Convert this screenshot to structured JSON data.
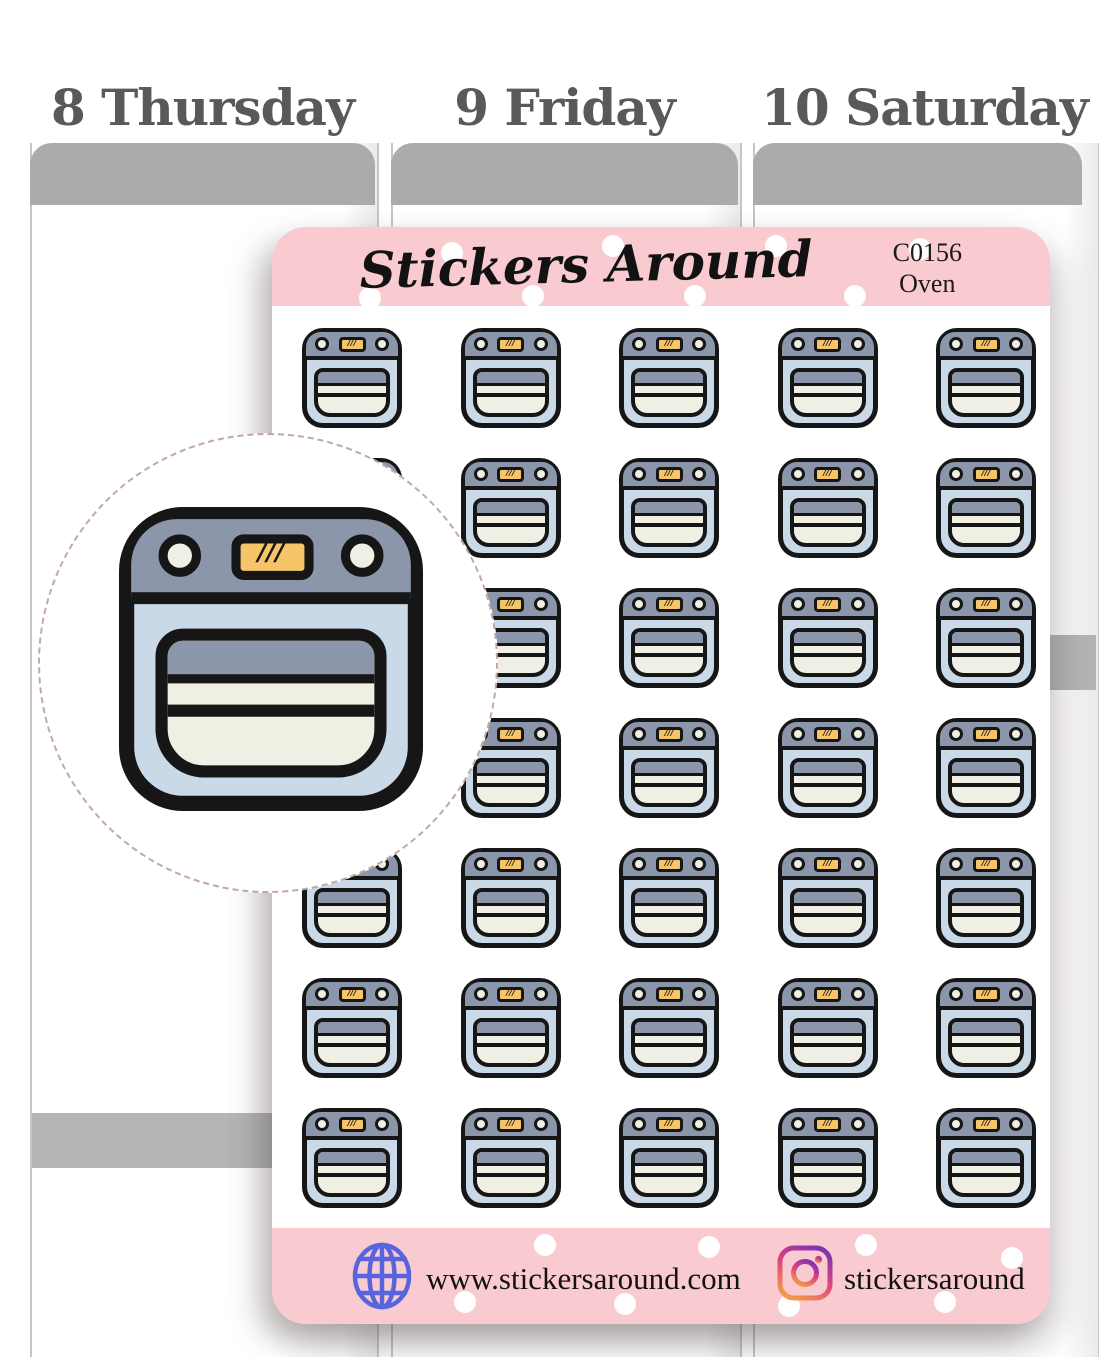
{
  "planner": {
    "days": [
      {
        "label": "8 Thursday"
      },
      {
        "label": "9 Friday"
      },
      {
        "label": "10 Saturday"
      }
    ],
    "title_color": "#595959",
    "header_color": "#ababab",
    "divider_color": "#b5b5b5"
  },
  "sheet": {
    "brand": "Stickers Around",
    "sku": "C0156",
    "product_name": "Oven",
    "banner_color": "#f9cbd0",
    "grid": {
      "rows": 7,
      "cols": 5,
      "total_stickers": 35
    },
    "sticker": {
      "name": "oven-sticker",
      "display_marks": "///",
      "body_color": "#c9d9e8",
      "panel_color": "#8b96aa",
      "door_color": "#f0efe3",
      "display_color": "#f6c56a",
      "outline_color": "#161616"
    },
    "footer": {
      "website": "www.stickersaround.com",
      "instagram_handle": "stickersaround",
      "globe_icon_color": "#5864dd",
      "instagram_gradient": [
        "#8134af",
        "#e0457b",
        "#f2994b"
      ]
    }
  },
  "inset": {
    "border_color": "#c2a9a1"
  }
}
